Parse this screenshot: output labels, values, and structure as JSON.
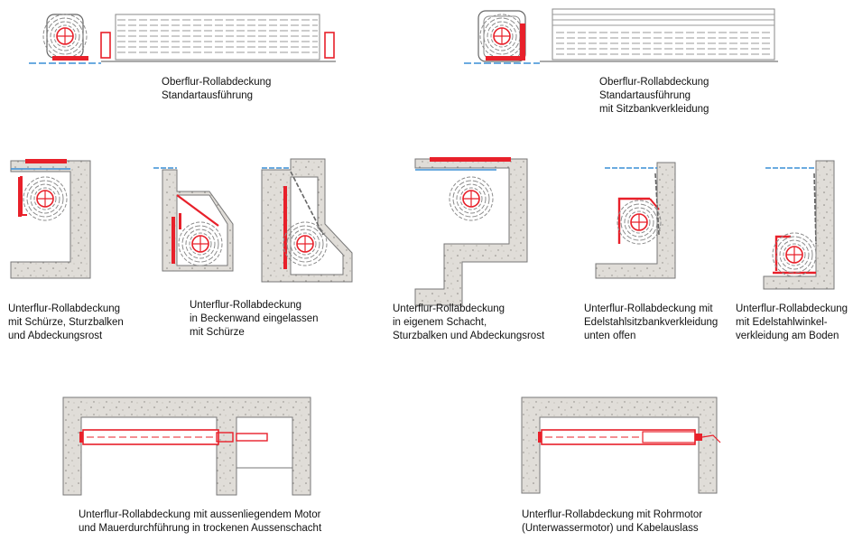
{
  "colors": {
    "pool_wall": "#d9d6d1",
    "outline": "#666666",
    "highlight": "#e8202a",
    "water": "#3a8fd6",
    "slats": "#9a9a9a"
  },
  "captions": {
    "c1": [
      "Oberflur-Rollabdeckung",
      "Standartausführung"
    ],
    "c2": [
      "Oberflur-Rollabdeckung",
      "Standartausführung",
      "mit Sitzbankverkleidung"
    ],
    "c3": [
      "Unterflur-Rollabdeckung",
      "mit Schürze, Sturzbalken",
      "und Abdeckungsrost"
    ],
    "c4": [
      "Unterflur-Rollabdeckung",
      "in Beckenwand eingelassen",
      "mit Schürze"
    ],
    "c5": [
      "Unterflur-Rollabdeckung",
      "in eigenem Schacht,",
      "Sturzbalken und Abdeckungsrost"
    ],
    "c6": [
      "Unterflur-Rollabdeckung mit",
      "Edelstahlsitzbankverkleidung",
      "unten offen"
    ],
    "c7": [
      "Unterflur-Rollabdeckung",
      "mit Edelstahlwinkel-",
      "verkleidung am Boden"
    ],
    "c8": [
      "Unterflur-Rollabdeckung mit aussenliegendem Motor",
      "und Mauerdurchführung in trockenen Aussenschacht"
    ],
    "c9": [
      "Unterflur-Rollabdeckung mit Rohrmotor",
      "(Unterwassermotor) und Kabelauslass"
    ]
  }
}
